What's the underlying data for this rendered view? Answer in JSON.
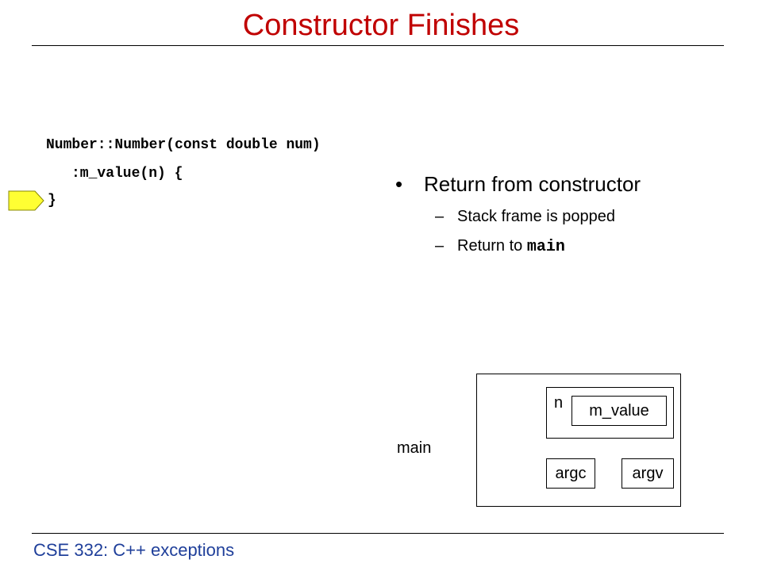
{
  "slide": {
    "title": "Constructor Finishes",
    "footer": "CSE 332: C++ exceptions"
  },
  "code": {
    "line1": "Number::Number(const double num)",
    "line2": ":m_value(n) {",
    "line3": "}"
  },
  "bullets": {
    "main": "Return from constructor",
    "sub1": "Stack frame is popped",
    "sub2_prefix": "Return to ",
    "sub2_code": "main",
    "dot": "•",
    "dash": "–"
  },
  "diagram": {
    "frame_label": "main",
    "object_label": "n",
    "member": "m_value",
    "argc": "argc",
    "argv": "argv"
  },
  "colors": {
    "title": "#c00000",
    "footer": "#1f3f9a",
    "arrow_fill": "#ffff33"
  }
}
